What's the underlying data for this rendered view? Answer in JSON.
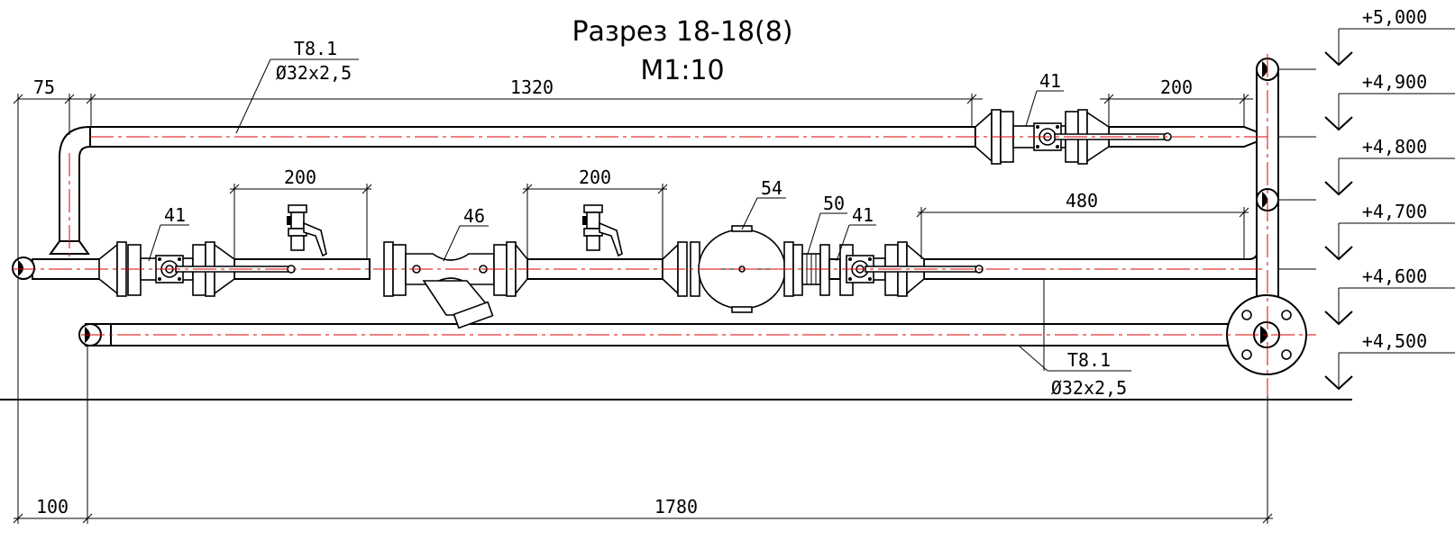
{
  "title": {
    "line1": "Разрез 18-18(8)",
    "line2": "М1:10"
  },
  "pipe_labels": {
    "upper_tag": "Т8.1",
    "upper_size": "Ø32x2,5",
    "lower_tag": "Т8.1",
    "lower_size": "Ø32x2,5"
  },
  "dimensions": {
    "left_offset_top": "75",
    "upper_run": "1320",
    "upper_right": "200",
    "gauge_left": "200",
    "gauge_right": "200",
    "middle_right": "480",
    "left_offset_bottom": "100",
    "total_length": "1780"
  },
  "callouts": {
    "valve_upper": "41",
    "valve_left": "41",
    "strainer": "46",
    "filter": "54",
    "compensator": "50",
    "valve_middle": "41"
  },
  "elevations": [
    "+5,000",
    "+4,900",
    "+4,800",
    "+4,700",
    "+4,600",
    "+4,500"
  ],
  "colors": {
    "line": "#000000",
    "centerline": "#e00000",
    "background": "#ffffff"
  }
}
